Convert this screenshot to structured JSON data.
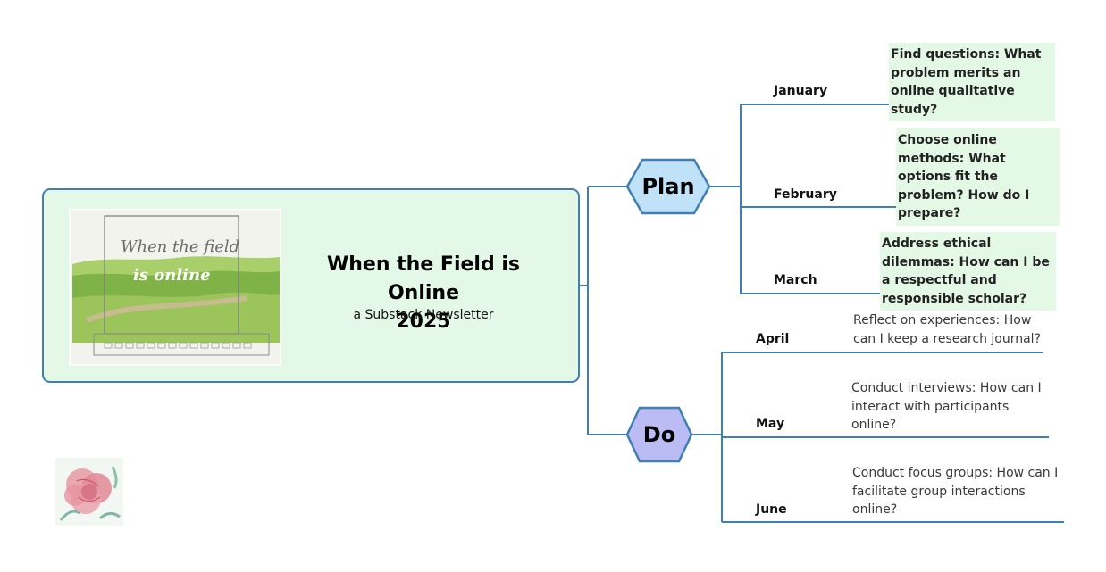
{
  "central": {
    "title_line1": "When the Field is Online",
    "title_line2": "2025",
    "subtitle": "a Substack Newsletter",
    "image_text_line1": "When the field",
    "image_text_line2": "is online"
  },
  "phases": {
    "plan": {
      "label": "Plan",
      "fill": "#bfe2f8"
    },
    "do": {
      "label": "Do",
      "fill": "#bcbcf4"
    }
  },
  "plan_items": [
    {
      "month": "January",
      "topic": "Find questions: What problem merits an online qualitative study?"
    },
    {
      "month": "February",
      "topic": "Choose online methods: What options fit the problem? How do I prepare?"
    },
    {
      "month": "March",
      "topic": "Address ethical dilemmas: How can I be a respectful and responsible scholar?"
    }
  ],
  "do_items": [
    {
      "month": "April",
      "topic": "Reflect on experiences: How can I keep a research journal?"
    },
    {
      "month": "May",
      "topic": "Conduct interviews: How can I interact with participants online?"
    },
    {
      "month": "June",
      "topic": "Conduct focus groups: How can I facilitate group interactions online?"
    }
  ],
  "colors": {
    "line": "#3f7fb4",
    "central_fill": "#e3f8e6",
    "plan_topic_fill": "#e4f8e6"
  }
}
